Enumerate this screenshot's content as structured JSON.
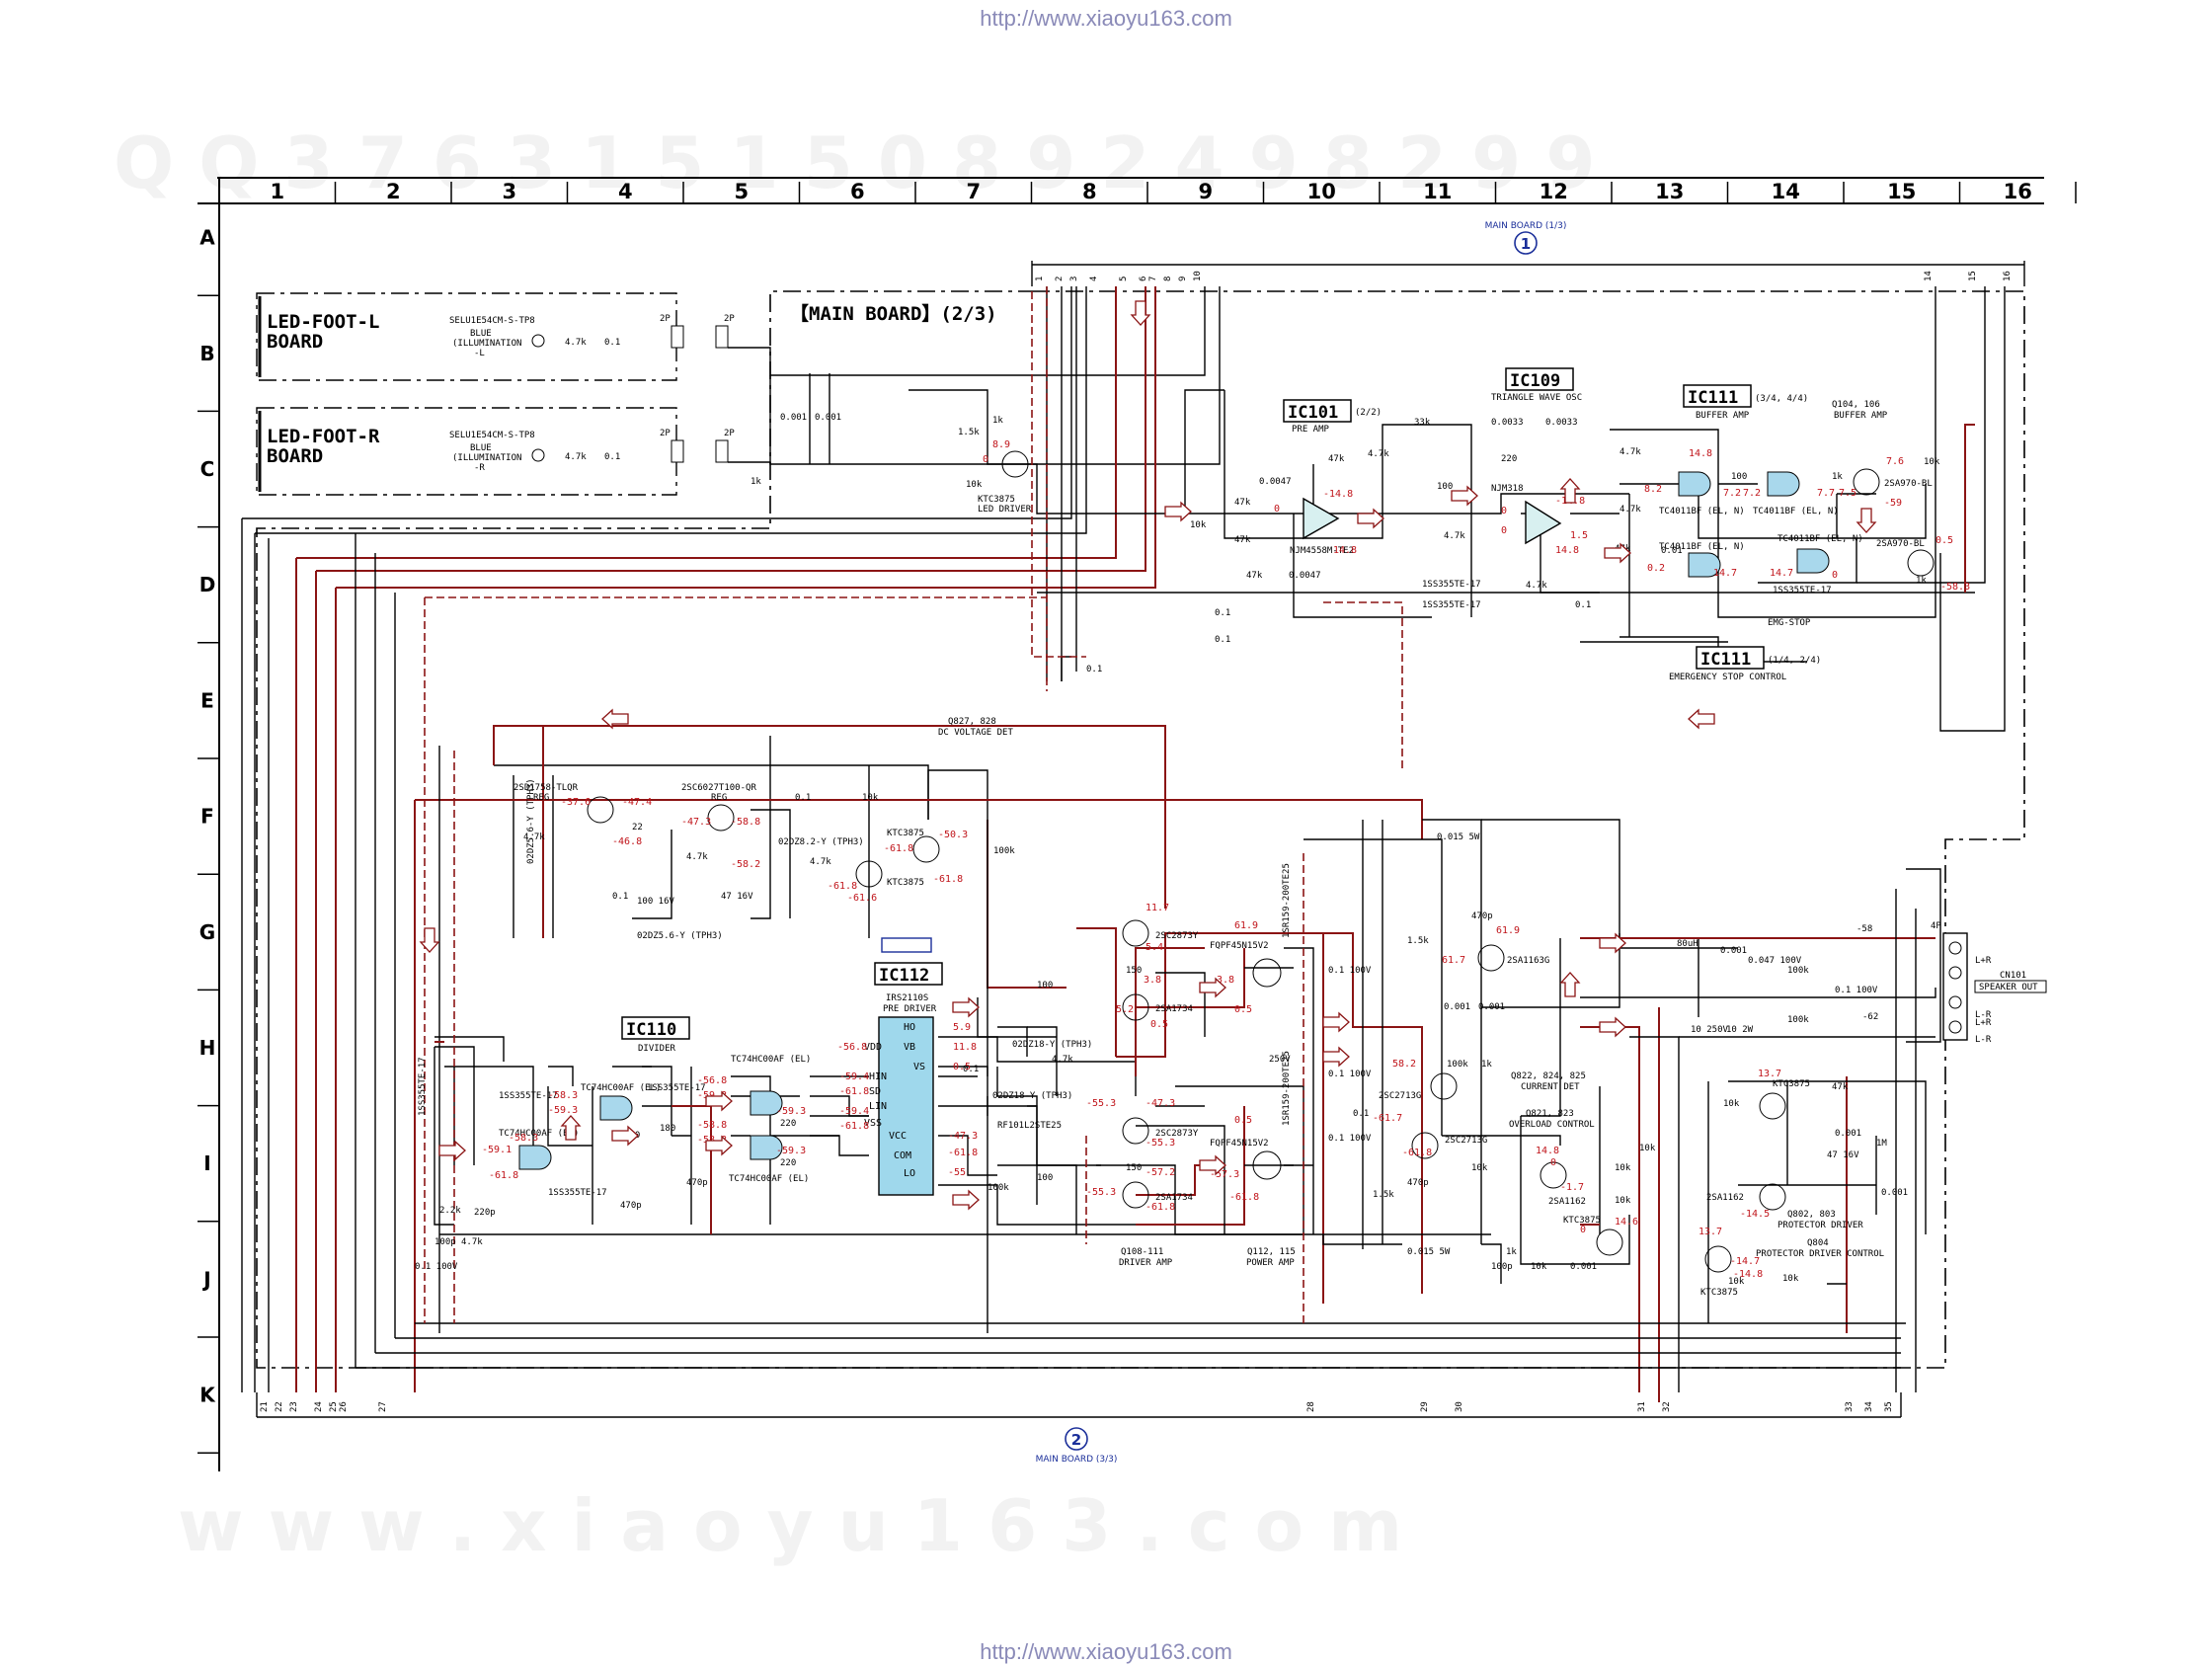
{
  "header_url": "http://www.xiaoyu163.com",
  "footer_url": "http://www.xiaoyu163.com",
  "watermark_top": "Q Q 3 7 6 3 1 5 1 5 0   8 9 2 4 9 8 2 9 9",
  "watermark_bottom": "w w w . x i a o y u 1 6 3 . c o m",
  "grid": {
    "columns": [
      "1",
      "2",
      "3",
      "4",
      "5",
      "6",
      "7",
      "8",
      "9",
      "10",
      "11",
      "12",
      "13",
      "14",
      "15",
      "16"
    ],
    "rows": [
      "A",
      "B",
      "C",
      "D",
      "E",
      "F",
      "G",
      "H",
      "I",
      "J",
      "K"
    ]
  },
  "main_board_title": "【MAIN BOARD】(2/3)",
  "connector_top": {
    "label": "MAIN BOARD (1/3)",
    "number": "1"
  },
  "connector_bottom": {
    "label": "MAIN BOARD (3/3)",
    "number": "2"
  },
  "led_boards": [
    {
      "title1": "LED-FOOT-L",
      "title2": "BOARD",
      "part": "SELU1E54CM-S-TP8",
      "desc1": "BLUE",
      "desc2": "(ILLUMINATION",
      "desc3": "-L",
      "res": "4.7k",
      "cap": "0.1",
      "pin": "2P"
    },
    {
      "title1": "LED-FOOT-R",
      "title2": "BOARD",
      "part": "SELU1E54CM-S-TP8",
      "desc1": "BLUE",
      "desc2": "(ILLUMINATION",
      "desc3": "-R",
      "res": "4.7k",
      "cap": "0.1",
      "pin": "2P"
    }
  ],
  "ics": {
    "ic101": {
      "name": "IC101",
      "suffix": "(2/2)",
      "role": "PRE AMP",
      "part": "NJM4558M-TE2"
    },
    "ic109": {
      "name": "IC109",
      "role": "TRIANGLE WAVE OSC",
      "part": "NJM318"
    },
    "ic111a": {
      "name": "IC111",
      "suffix": "(3/4, 4/4)",
      "role": "BUFFER AMP"
    },
    "ic111b": {
      "name": "IC111",
      "suffix": "(1/4, 2/4)",
      "role": "EMERGENCY STOP CONTROL"
    },
    "ic110": {
      "name": "IC110",
      "role": "DIVIDER"
    },
    "ic112": {
      "name": "IC112",
      "part": "IRS2110S",
      "role": "PRE DRIVER",
      "pins": [
        "HO",
        "VB",
        "VS",
        "VDD",
        "HIN",
        "SD",
        "LIN",
        "VSS",
        "VCC",
        "COM",
        "LO"
      ]
    }
  },
  "groups": {
    "led_driver": [
      "KTC3875",
      "LED DRIVER"
    ],
    "buffer_q": [
      "Q104, 106",
      "BUFFER AMP"
    ],
    "dc_det": [
      "Q827, 828",
      "DC VOLTAGE DET"
    ],
    "reg1": [
      "2SD1758-TLQR",
      "REG"
    ],
    "reg2": [
      "2SC6027T100-QR",
      "REG"
    ],
    "driver": [
      "Q108-111",
      "DRIVER AMP"
    ],
    "power": [
      "Q112, 115",
      "POWER AMP"
    ],
    "current": [
      "Q822, 824, 825",
      "CURRENT DET"
    ],
    "overload": [
      "Q821, 823",
      "OVERLOAD CONTROL"
    ],
    "protector": [
      "Q802, 803",
      "PROTECTOR DRIVER"
    ],
    "prot_ctrl": [
      "Q804",
      "PROTECTOR DRIVER CONTROL"
    ],
    "cn101": [
      "CN101",
      "SPEAKER OUT"
    ]
  },
  "parts": {
    "tc4011": "TC4011BF (EL, N)",
    "tc74hc00": "TC74HC00AF (EL)",
    "diode_1ss": "1SS355TE-17",
    "diode_02dz82": "02DZ8.2-Y (TPH3)",
    "diode_02dz56": "02DZ5.6-Y (TPH3)",
    "diode_02dz18": "02DZ18-Y (TPH3)",
    "diode_rf": "RF101L2STE25",
    "q_2sc2873": "2SC2873Y",
    "q_2sa1734": "2SA1734",
    "mosfet": "FQPF45N15V2",
    "diode_1sr": "1SR159-200TE25",
    "q_2sa1163": "2SA1163G",
    "q_2sc2713": "2SC2713G",
    "q_2sa1162": "2SA1162",
    "q_ktc3875": "KTC3875",
    "q_2sa970": "2SA970-BL",
    "emg_stop": "EMG-STOP",
    "lr_plus": "L+R",
    "lr_minus": "L-R",
    "inductor": "80uH",
    "pin_4p": "4P"
  },
  "connector_pins_top": [
    "1",
    "2",
    "3",
    "4",
    "5",
    "6",
    "7",
    "8",
    "9",
    "10"
  ],
  "connector_pins_top_right": [
    "14",
    "15",
    "16"
  ],
  "connector_pins_bottom": [
    "21",
    "22",
    "23",
    "24",
    "25",
    "26",
    "27",
    "28",
    "29",
    "30",
    "31",
    "32",
    "33",
    "34",
    "35"
  ],
  "voltages": {
    "v_8_9": "8.9",
    "v_0a": "0",
    "v_m14_8a": "-14.8",
    "v_0b": "0",
    "v_14_8a": "14.8",
    "v_0c": "0",
    "v_0d": "0",
    "v_m14_8b": "-14.8",
    "v_14_8b": "14.8",
    "v_1_5": "1.5",
    "v_14_8c": "14.8",
    "v_8_2": "8.2",
    "v_7_2a": "7.2",
    "v_7_2b": "7.2",
    "v_7_7": "7.7",
    "v_7_5": "7.5",
    "v_7_6": "7.6",
    "v_m59": "-59",
    "v_0_2": "0.2",
    "v_14_7a": "14.7",
    "v_14_7b": "14.7",
    "v_0e": "0",
    "v_0_5a": "0.5",
    "v_m58_3": "-58.3",
    "v_m37_6": "-37.6",
    "v_m47_4": "-47.4",
    "v_m46_8": "-46.8",
    "v_m47_3": "-47.3",
    "v_m58_8": "-58.8",
    "v_m58_2": "-58.2",
    "v_m50_3": "-50.3",
    "v_m61_8a": "-61.8",
    "v_m61_8b": "-61.8",
    "v_m61_6": "-61.6",
    "v_m61_8c": "-61.8",
    "v_11_7": "11.7",
    "v_5_4": "5.4",
    "v_3_8a": "3.8",
    "v_5_2": "5.2",
    "v_0_5b": "0.5",
    "v_61_9a": "61.9",
    "v_3_8b": "3.8",
    "v_0_5c": "0.5",
    "v_5_9": "5.9",
    "v_11_8": "11.8",
    "v_0_5d": "0.5",
    "v_m56_8": "-56.8",
    "v_m59_4a": "-59.4",
    "v_m61_8d": "-61.8",
    "v_m59_4b": "-59.4",
    "v_m61_8e": "-61.8",
    "v_m47_3b": "-47.3",
    "v_m61_8f": "-61.8",
    "v_m55": "-55",
    "v_m55_3a": "-55.3",
    "v_m47_3c": "-47.3",
    "v_m55_3b": "-55.3",
    "v_m57_2": "-57.2",
    "v_m55_3c": "-55.3",
    "v_m61_8g": "-61.8",
    "v_0_5e": "0.5",
    "v_m57_3": "-57.3",
    "v_m61_8h": "-61.8",
    "v_m58_3a": "-58.3",
    "v_m59_3a": "-59.3",
    "v_m59_1": "-59.1",
    "v_m58_3b": "-58.3",
    "v_m61_8i": "-61.8",
    "v_m56_8b": "-56.8",
    "v_m59_3b": "-59.3",
    "v_m59_3c": "-59.3",
    "v_m58_8b": "-58.8",
    "v_m58_3c": "-58.3",
    "v_m59_3d": "-59.3",
    "v_61_9b": "61.9",
    "v_61_7": "61.7",
    "v_58_2": "58.2",
    "v_m61_7": "-61.7",
    "v_m61_8j": "-61.8",
    "v_14_8d": "14.8",
    "v_0f": "0",
    "v_m1_7": "-1.7",
    "v_0g": "0",
    "v_14_6": "14.6",
    "v_13_7a": "13.7",
    "v_m14_5": "-14.5",
    "v_13_7b": "13.7",
    "v_m14_7": "-14.7",
    "v_m14_8c": "-14.8",
    "v_m58": "-58",
    "v_m62": "-62"
  },
  "values": {
    "r_1_5k": "1.5k",
    "r_1k": "1k",
    "r_10k": "10k",
    "r_47k": "47k",
    "r_4_7k": "4.7k",
    "r_33k": "33k",
    "r_100": "100",
    "r_220": "220",
    "r_22": "22",
    "r_150": "150",
    "r_100k": "100k",
    "r_180": "180",
    "r_2_2k": "2.2k",
    "r_1m": "1M",
    "c_0_001": "0.001",
    "c_0_1": "0.1",
    "c_0_0047": "0.0047",
    "c_0_0033": "0.0033",
    "c_100_100v": "100\n100V",
    "c_47_16v": "47\n16V",
    "c_100_16v": "100\n16V",
    "c_470p": "470p",
    "c_220p": "220p",
    "c_100p": "100p",
    "c_0_01": "0.01",
    "c_0_047": "0.047\n100V",
    "r_0_015": "0.015\n5W",
    "r_10_2w": "10\n2W",
    "c_0_1_100v": "0.1\n100V",
    "c_250v": "250V",
    "c_10_250v": "10\n250V"
  }
}
